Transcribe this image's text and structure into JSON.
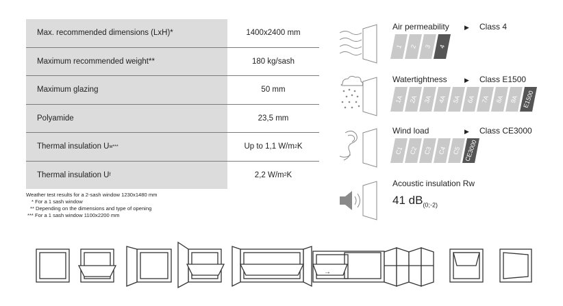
{
  "specs": {
    "rows": [
      {
        "label": "Max. recommended dimensions (LxH)*",
        "value": "1400x2400 mm"
      },
      {
        "label": "Maximum recommended weight**",
        "value": "180 kg/sash"
      },
      {
        "label": "Maximum glazing",
        "value": "50 mm"
      },
      {
        "label": "Polyamide",
        "value": "23,5 mm"
      },
      {
        "label_main": "Thermal insulation U",
        "label_sub": "w",
        "label_sup": "***",
        "value_main": "Up to 1,1 W/m",
        "value_sup": "2",
        "value_end": "K"
      },
      {
        "label_main": "Thermal insulation U",
        "label_sub": "f",
        "value_main": "2,2 W/m",
        "value_sup": "2",
        "value_end": "K"
      }
    ]
  },
  "notes": [
    "Weather test results for a 2-sash window 1230x1480 mm",
    "* For a 1 sash window",
    "** Depending on the dimensions and type of opening",
    "*** For a 1 sash window 1100x2200 mm"
  ],
  "performance": {
    "arrow_glyph": "▶",
    "air": {
      "title": "Air permeability",
      "class": "Class 4",
      "tiles": [
        "1",
        "2",
        "3",
        "4"
      ],
      "active_index": 3
    },
    "water": {
      "title": "Watertightness",
      "class": "Class E1500",
      "tiles": [
        "1A",
        "2A",
        "3A",
        "4A",
        "5A",
        "6A",
        "7A",
        "8A",
        "9A",
        "E1500"
      ],
      "active_index": 9
    },
    "wind": {
      "title": "Wind load",
      "class": "Class CE3000",
      "tiles": [
        "C1",
        "C2",
        "C3",
        "C4",
        "C5",
        "CE3000"
      ],
      "active_index": 5
    },
    "acoustic": {
      "title": "Acoustic insulation Rw",
      "value": "41 dB",
      "value_sub": "(0;-2)"
    }
  },
  "colors": {
    "tile_inactive": "#c9c9c9",
    "tile_active": "#555555",
    "label_bg": "#dcdcdc",
    "icon_stroke": "#8a8a8a"
  },
  "opening_types": {
    "slide_arrow": "→",
    "icons": [
      "fixed",
      "bottom-hung",
      "side-hung",
      "tilt-and-turn",
      "double-casement",
      "sliding",
      "folding",
      "top-hung",
      "side-hung-open"
    ]
  }
}
